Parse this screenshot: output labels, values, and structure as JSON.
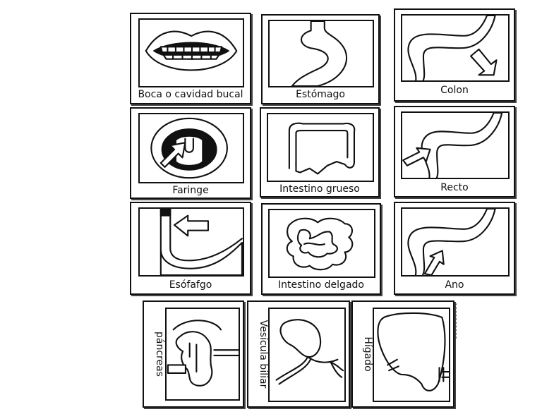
{
  "cards": {
    "boca": {
      "label": "Boca o cavidad bucal"
    },
    "estomago": {
      "label": "Estómago"
    },
    "colon": {
      "label": "Colon"
    },
    "faringe": {
      "label": "Faringe"
    },
    "intestino_grueso": {
      "label": "Intestino grueso"
    },
    "recto": {
      "label": "Recto"
    },
    "esofago": {
      "label": "Esófafgo"
    },
    "intestino_delgado": {
      "label": "Intestino delgado"
    },
    "ano": {
      "label": "Ano"
    },
    "pancreas": {
      "label": "páncreas"
    },
    "vesicula": {
      "label": "Vesícula biliar"
    },
    "higado": {
      "label": "Hígado"
    }
  }
}
